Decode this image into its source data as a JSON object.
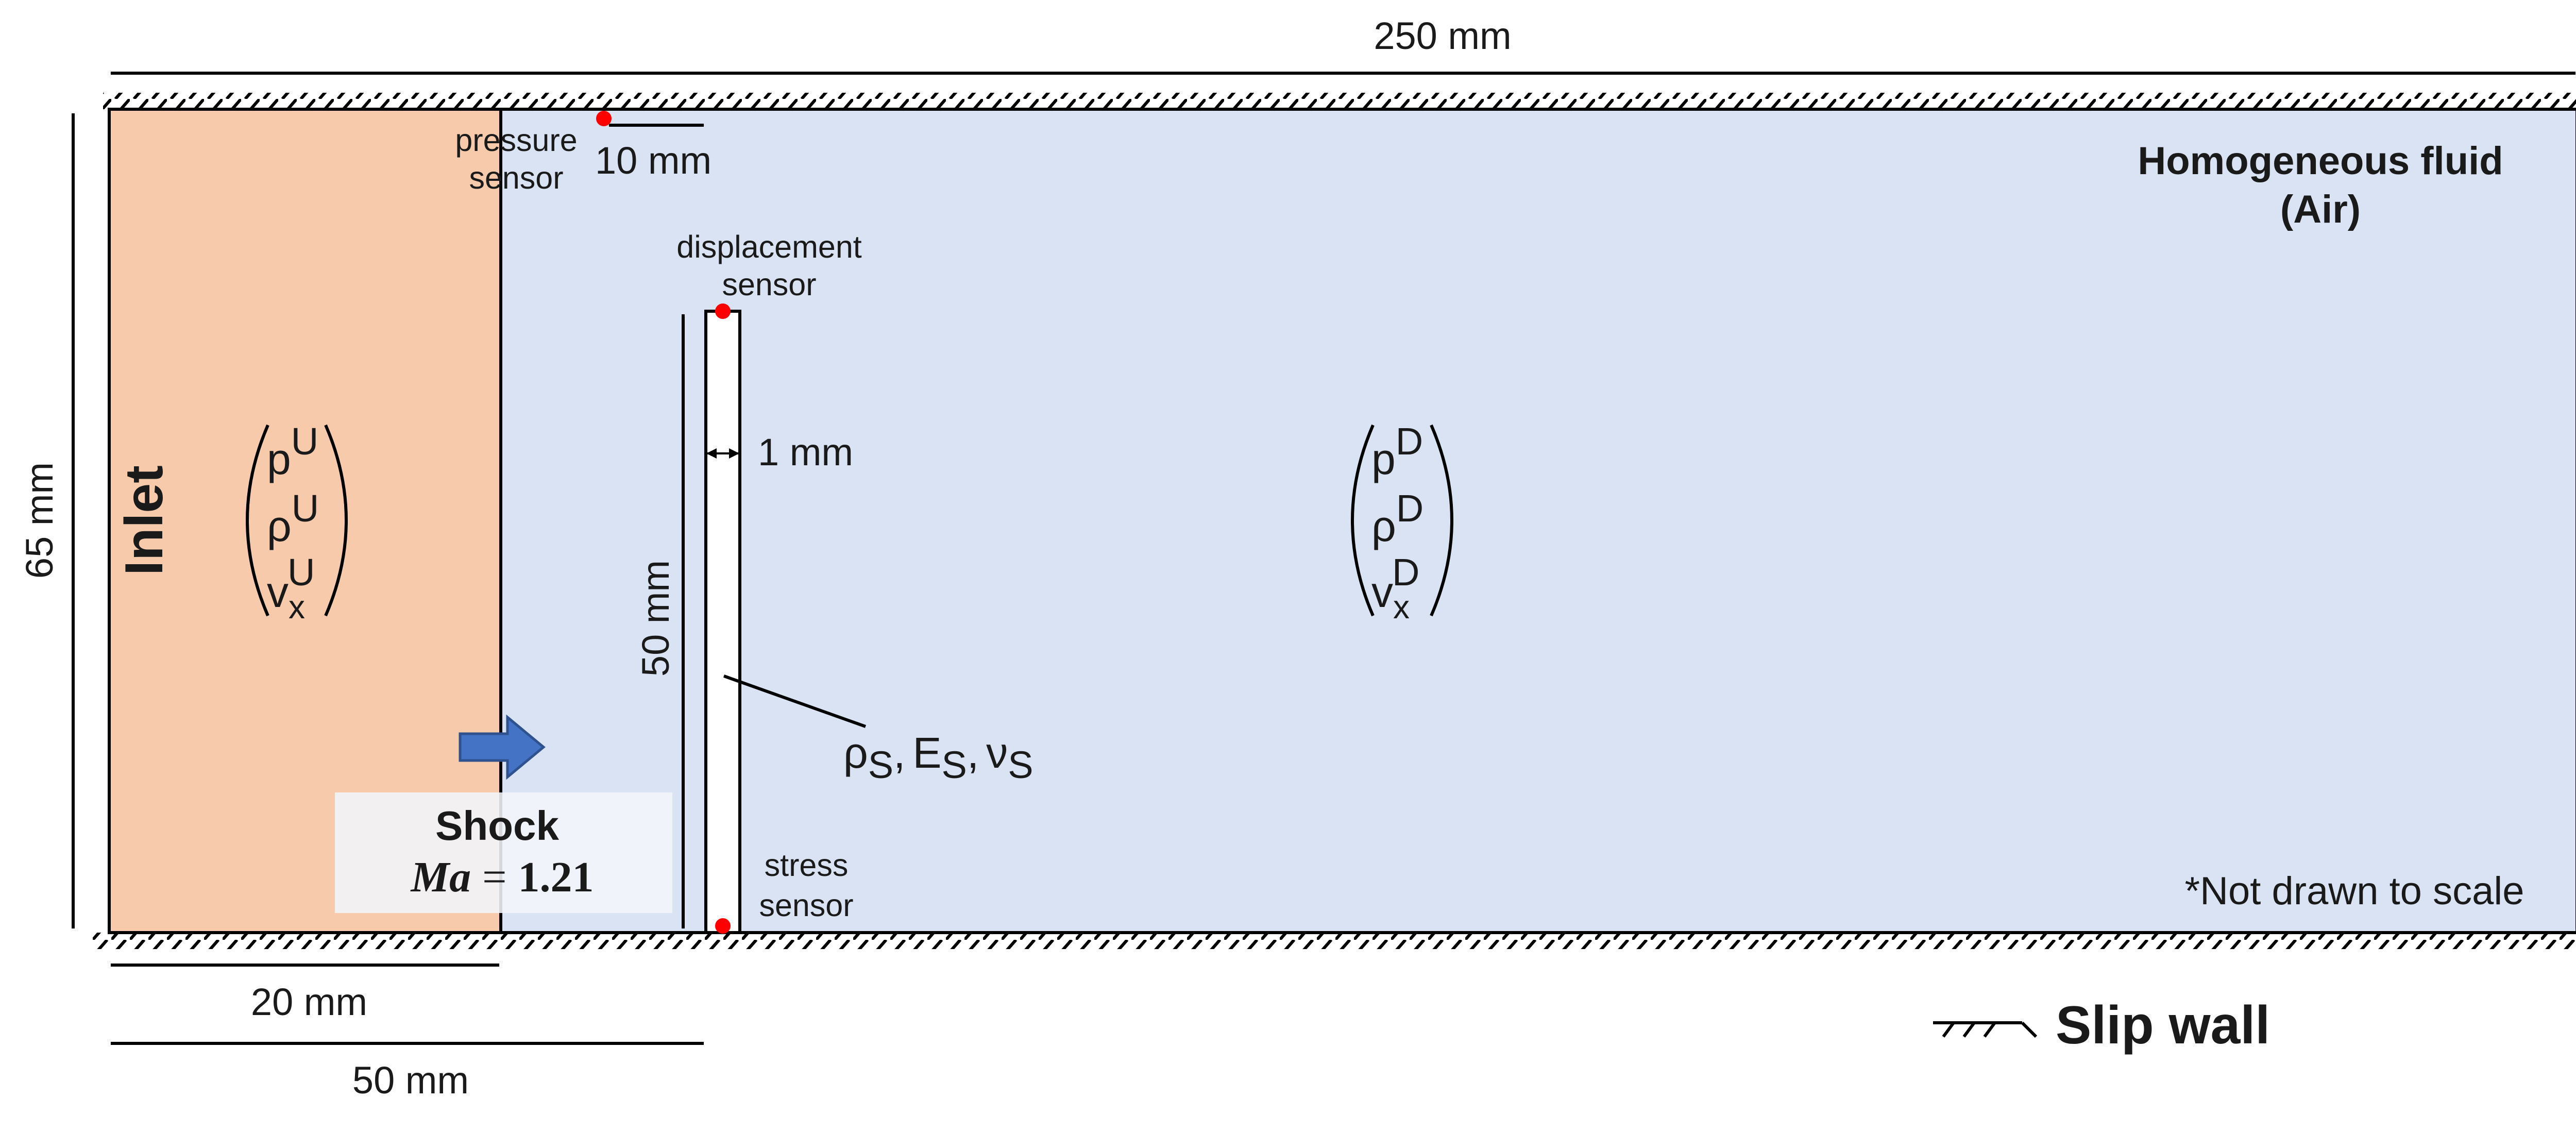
{
  "dimensions": {
    "total_length": "250 mm",
    "height": "65 mm",
    "sensor_offset": "10 mm",
    "plate_thickness": "1 mm",
    "plate_height": "50 mm",
    "inlet_width": "20 mm",
    "plate_position": "50 mm"
  },
  "labels": {
    "inlet": "Inlet",
    "pressure_sensor_line1": "pressure",
    "pressure_sensor_line2": "sensor",
    "displacement_sensor_line1": "displacement",
    "displacement_sensor_line2": "sensor",
    "stress_sensor_line1": "stress",
    "stress_sensor_line2": "sensor",
    "fluid_line1": "Homogeneous fluid",
    "fluid_line2": "(Air)",
    "note": "*Not drawn to scale",
    "slip_wall": "Slip wall",
    "shock": "Shock",
    "mach_symbol": "Ma",
    "mach_equals": "=",
    "mach_value": "1.21"
  },
  "upstream_state": {
    "p": "p",
    "p_sup": "U",
    "rho": "ρ",
    "rho_sup": "U",
    "v": "v",
    "v_sub": "x",
    "v_sup": "U"
  },
  "downstream_state": {
    "p": "p",
    "p_sup": "D",
    "rho": "ρ",
    "rho_sup": "D",
    "v": "v",
    "v_sub": "x",
    "v_sup": "D"
  },
  "solid_properties": {
    "rho": "ρ",
    "rho_sub": "S",
    "sep1": ",",
    "E": "E",
    "E_sub": "S",
    "sep2": ",",
    "nu": "ν",
    "nu_sub": "S"
  },
  "colors": {
    "inlet_fill": "#F7CAAC",
    "fluid_fill": "#DAE3F3",
    "shock_arrow": "#4472C4",
    "shock_box": "#F2F5FB",
    "sensor_dot": "#FF0000",
    "line": "#000000"
  }
}
